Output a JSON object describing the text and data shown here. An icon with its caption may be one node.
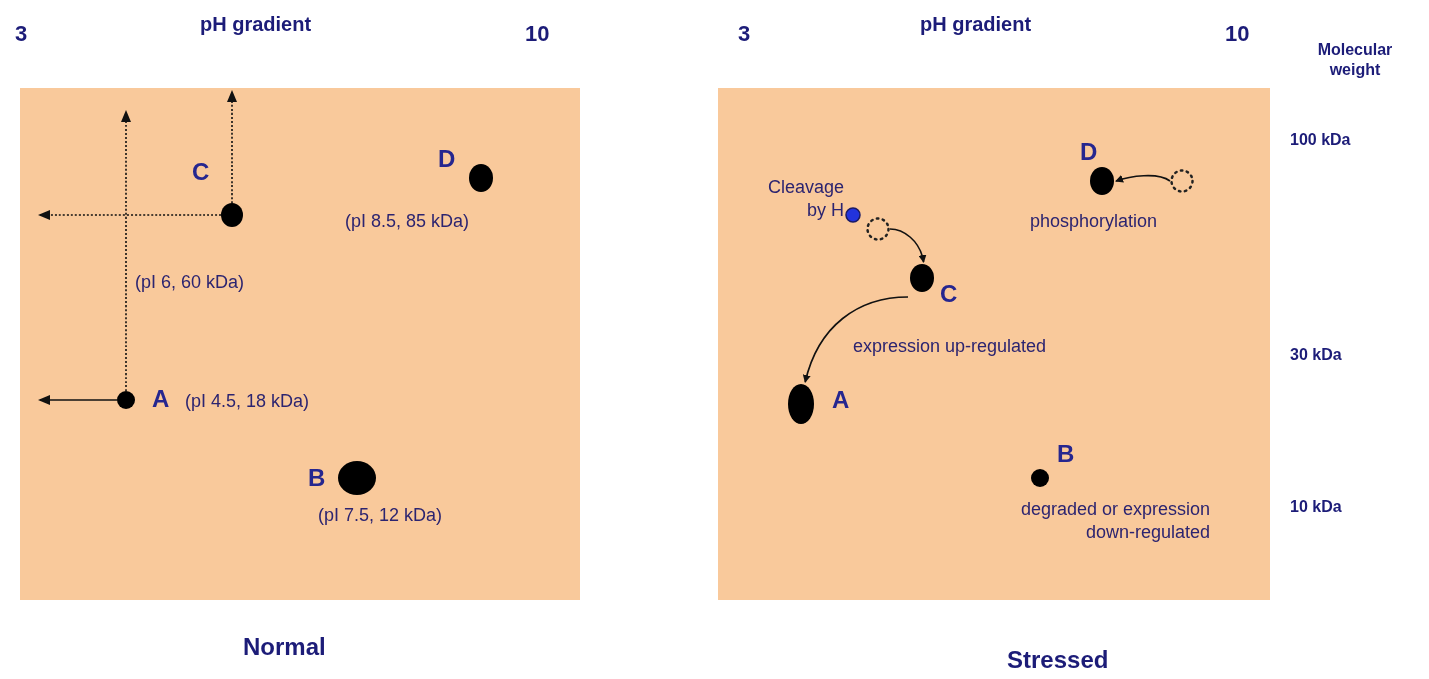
{
  "diagram": {
    "nodes": [
      {
        "text": [],
        "shape": "box"
      },
      {
        "text": [
          "C"
        ],
        "in": 0,
        "beside": [
          "(pI 6, 60 kDa)"
        ]
      },
      {
        "text": [
          "D"
        ],
        "in": 0,
        "beside": [
          "(pI 8.5, 85 kDa)"
        ]
      },
      {
        "text": [
          "A"
        ],
        "in": 0,
        "beside": [
          "(pI 4.5, 18 kDa)"
        ]
      },
      {
        "text": [
          "B"
        ],
        "in": 0,
        "beside": [
          "(pI 7.5, 12 kDa)"
        ]
      },
      {
        "text": [],
        "shape": "box"
      },
      {
        "text": [
          "Cleavage by H"
        ],
        "in": 5
      },
      {
        "text": [],
        "shape": "circle",
        "in": 5
      },
      {
        "text": [
          "D"
        ],
        "in": 5,
        "beside": [
          "phosphorylation"
        ]
      },
      {
        "text": [],
        "shape": "circle",
        "in": 5
      },
      {
        "text": [
          "C"
        ],
        "in": 5,
        "beside": [
          "expression up-regulated"
        ]
      },
      {
        "text": [
          "A"
        ],
        "in": 5
      },
      {
        "text": [
          "B"
        ],
        "in": 5,
        "beside": [
          "degraded or expression down-regulated"
        ]
      }
    ],
    "edges": [
      {
        "from": 7,
        "to": 10,
        "arrow": "to"
      },
      {
        "from": 9,
        "to": 8,
        "arrow": "to"
      },
      {
        "from": 10,
        "to": 11,
        "arrow": "to"
      },
      {
        "from": 1,
        "to": null,
        "arrow": "to",
        "style": "dashed"
      },
      {
        "from": 1,
        "to": null,
        "arrow": "to",
        "style": "dashed"
      },
      {
        "from": 3,
        "to": null,
        "arrow": "to",
        "style": "dashed"
      },
      {
        "from": 3,
        "to": null,
        "arrow": "to"
      }
    ],
    "labels": [
      "3",
      "pH gradient",
      "10",
      "3",
      "pH gradient",
      "10",
      "Molecular weight",
      "100 kDa",
      "30 kDa",
      "10 kDa",
      "Normal",
      "Stressed"
    ]
  }
}
